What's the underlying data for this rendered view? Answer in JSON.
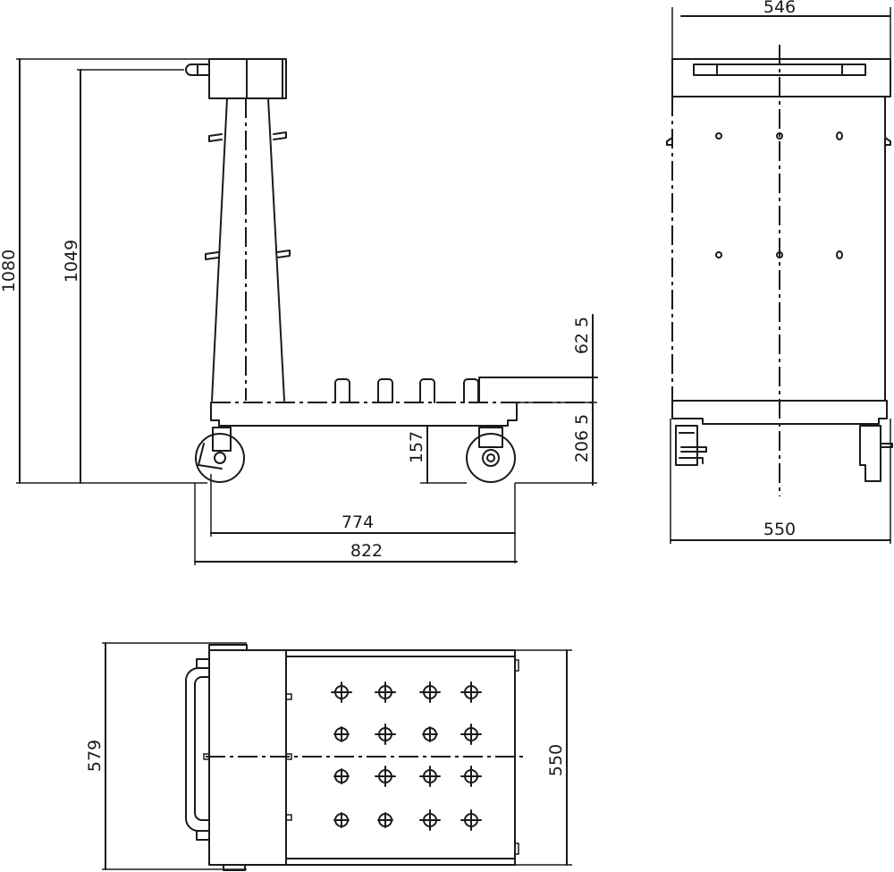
{
  "drawing": {
    "side_view": {
      "dims": {
        "overall_height": "1080",
        "handle_height": "1049",
        "upper_offset": "62 5",
        "deck_height": "206 5",
        "caster_height": "157",
        "wheelbase": "774",
        "overall_length": "822"
      }
    },
    "end_view": {
      "dims": {
        "top_width": "546",
        "base_width": "550"
      }
    },
    "top_view": {
      "dims": {
        "overall_width": "579",
        "deck_width": "550"
      },
      "peg_grid": {
        "rows": 4,
        "cols": 4
      }
    }
  }
}
